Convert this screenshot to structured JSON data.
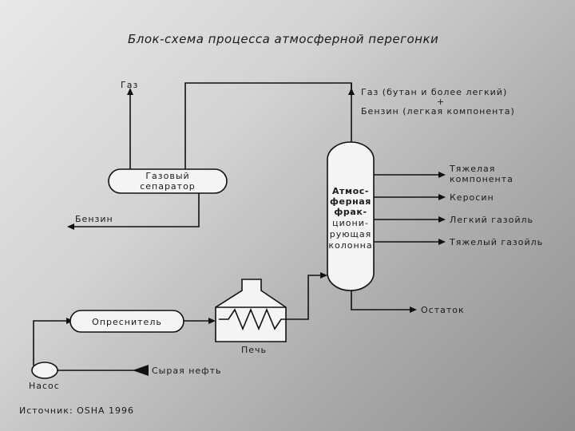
{
  "title": "Блок-схема процесса атмосферной перегонки",
  "source": "Источник: OSHA 1996",
  "nodes": {
    "separator": [
      "Газовый",
      "сепаратор"
    ],
    "column": [
      "Атмос-",
      "ферная",
      "фрак-",
      "циони-",
      "рующая",
      "колонна"
    ],
    "desalter": "Опреснитель",
    "furnace": "Печь",
    "pump": "Насос"
  },
  "streams": {
    "gas": "Газ",
    "gasoline": "Бензин",
    "top_line1": "Газ (бутан и более легкий)",
    "top_plus": "+",
    "top_line2": "Бензин (легкая компонента)",
    "heavy_line1": "Тяжелая",
    "heavy_line2": "компонента",
    "kerosene": "Керосин",
    "light_gasoil": "Легкий газойль",
    "heavy_gasoil": "Тяжелый газойль",
    "residue": "Остаток",
    "crude": "Сырая нефть"
  }
}
